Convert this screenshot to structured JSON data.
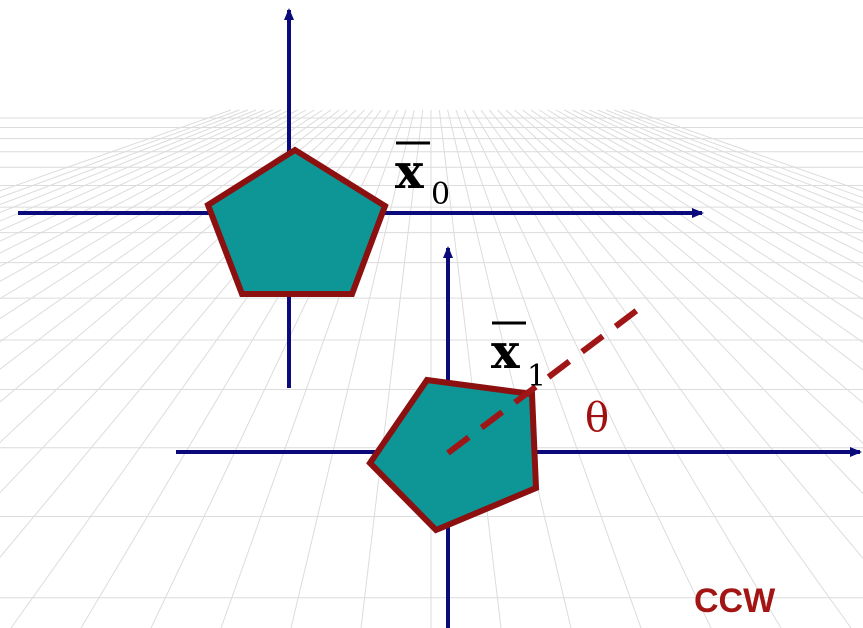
{
  "colors": {
    "axis": "#0a0a7a",
    "pentagon_fill": "#0e9696",
    "pentagon_stroke": "#8c1010",
    "rotation_line": "#a01515",
    "theta": "#a01010",
    "ccw_text": "#a31515",
    "grid": "#dcdcdc"
  },
  "frame0": {
    "vector_letter": "x",
    "subscript": "0"
  },
  "frame1": {
    "vector_letter": "x",
    "subscript": "1"
  },
  "angle_label": "θ",
  "direction_label": "CCW"
}
